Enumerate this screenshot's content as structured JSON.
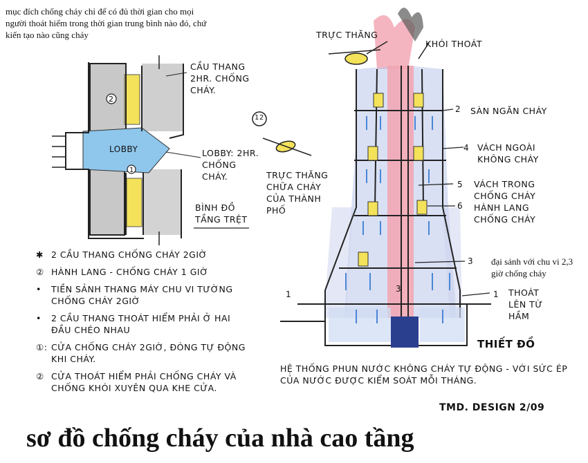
{
  "intro_note": "mục đích chống cháy chỉ để có đủ thời gian cho mọi người thoát hiểm trong thời gian trung bình nào đó, chứ kiến tạo nào cũng cháy",
  "plan": {
    "stair_label": "CẦU THANG 2HR. CHỐNG CHÁY.",
    "lobby_label": "LOBBY",
    "lobby_note": "LOBBY: 2HR. CHỐNG CHÁY.",
    "plan_title": "BÌNH ĐỒ TẦNG TRỆT",
    "mark_2": "2",
    "mark_1": "1"
  },
  "legend": [
    {
      "marker": "✱",
      "text": "2 CẦU THANG CHỐNG CHÁY 2GIỜ"
    },
    {
      "marker": "②",
      "text": "HÀNH LANG - CHỐNG CHÁY 1 GIỜ"
    },
    {
      "marker": "•",
      "text": "TIỀN SẢNH THANG MÁY CHU VI TƯỜNG CHỐNG CHÁY 2GIỜ"
    },
    {
      "marker": "•",
      "text": "2 CẦU THANG THOÁT HIỂM PHẢI Ở HAI ĐẦU CHÉO NHAU"
    },
    {
      "marker": "①:",
      "text": "CỬA CHỐNG CHÁY 2GIỜ, ĐÓNG TỰ ĐỘNG KHI CHÁY."
    },
    {
      "marker": "②",
      "text": "CỬA THOÁT HIỂM PHẢI CHỐNG CHÁY VÀ CHỐNG KHÓI XUYÊN QUA KHE CỬA."
    }
  ],
  "section": {
    "helicopter_top": "TRỰC THĂNG",
    "smoke_exit": "KHÓI THOÁT",
    "heli_note": "TRỰC THĂNG CHỮA CHÁY CỦA THÀNH PHỐ",
    "label_2": "SÀN NGĂN CHÁY",
    "label_4": "VÁCH NGOÀI KHÔNG CHÁY",
    "label_5": "VÁCH TRONG CHỐNG CHÁY",
    "label_6": "HÀNH LANG CHỐNG CHÁY",
    "label_3": "đại sảnh với chu vi 2,3 giờ chống cháy",
    "label_1": "THOÁT LÊN TỪ HẦM",
    "section_title": "THIẾT ĐỒ",
    "n1": "1",
    "n2": "2",
    "n3": "3",
    "n4": "4",
    "n5": "5",
    "n6": "6",
    "n3b": "3",
    "n1b": "1",
    "n12": "12"
  },
  "sprinkler_note": "HỆ THỐNG PHUN NƯỚC KHÔNG CHÁY TỰ ĐỘNG - VỚI SỨC ÉP CỦA NƯỚC ĐƯỢC KIỂM SOÁT MỖI THÁNG.",
  "signature": "TMD. DESIGN 2/09",
  "main_title": "sơ đồ chống cháy của nhà cao tầng",
  "colors": {
    "yellow": "#f3e25a",
    "blue": "#8ec6ec",
    "red": "#f2a3b0",
    "gray": "#bdbdbd",
    "navy": "#2b3f8f"
  }
}
